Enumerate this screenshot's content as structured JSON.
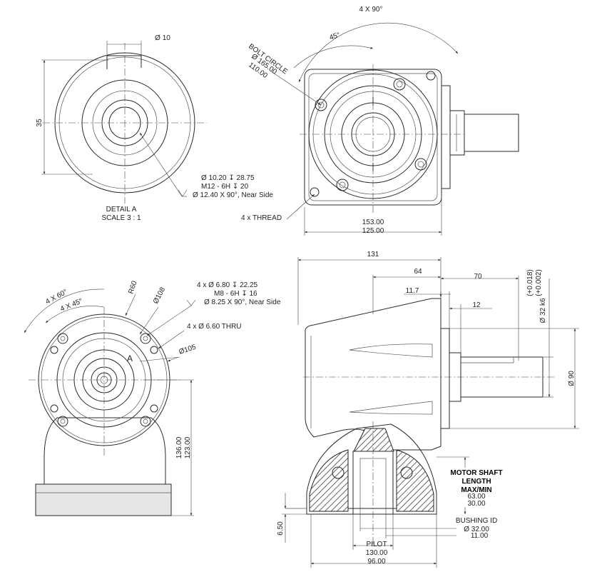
{
  "detail": {
    "title": "DETAIL A",
    "scale": "SCALE 3 : 1",
    "dia_key": "Ø 10",
    "height": "35",
    "note1": "Ø 10.20 ↧ 28.75",
    "note2": "M12 - 6H ↧ 20",
    "note3": "Ø 12.40 X 90°, Near Side"
  },
  "top_right": {
    "angle_outer": "4 X 90°",
    "angle_inner": "45°",
    "bolt_circle_label": "BOLT CIRCLE",
    "bolt_circle_1": "Ø 165.00",
    "bolt_circle_2": "110.00",
    "thread_label": "4 x THREAD",
    "width_1": "153.00",
    "width_2": "125.00"
  },
  "bottom_left": {
    "angle_60": "4 X 60°",
    "angle_45": "4 X 45°",
    "radius": "R60",
    "dia_108": "Ø108",
    "dia_105": "Ø105",
    "hole_note1": "4 x Ø 6.80 ↧ 22.25",
    "hole_note2": "M8 - 6H ↧ 16",
    "hole_note3": "Ø 8.25 X 90°, Near Side",
    "thru_note": "4 x Ø 6.60 THRU",
    "detail_marker": "A",
    "height_1": "136.00",
    "height_2": "123.00"
  },
  "bottom_right": {
    "overall_width": "131",
    "dim_64": "64",
    "dim_70": "70",
    "dim_11_7": "11.7",
    "dim_12": "12",
    "shaft_tol_plus": "(+0.018)",
    "shaft_tol_minus": "(+0.002)",
    "shaft_dia": "Ø 32 k6",
    "dia_90": "Ø 90",
    "motor_label_1": "MOTOR SHAFT",
    "motor_label_2": "LENGTH",
    "motor_label_3": "MAX/MIN",
    "motor_max": "63.00",
    "motor_min": "30.00",
    "bushing_label": "BUSHING ID",
    "bushing_1": "Ø 32.00",
    "bushing_2": "11.00",
    "dim_6_50": "6.50",
    "pilot_label": "PILOT",
    "pilot_1": "130.00",
    "pilot_2": "96.00"
  }
}
